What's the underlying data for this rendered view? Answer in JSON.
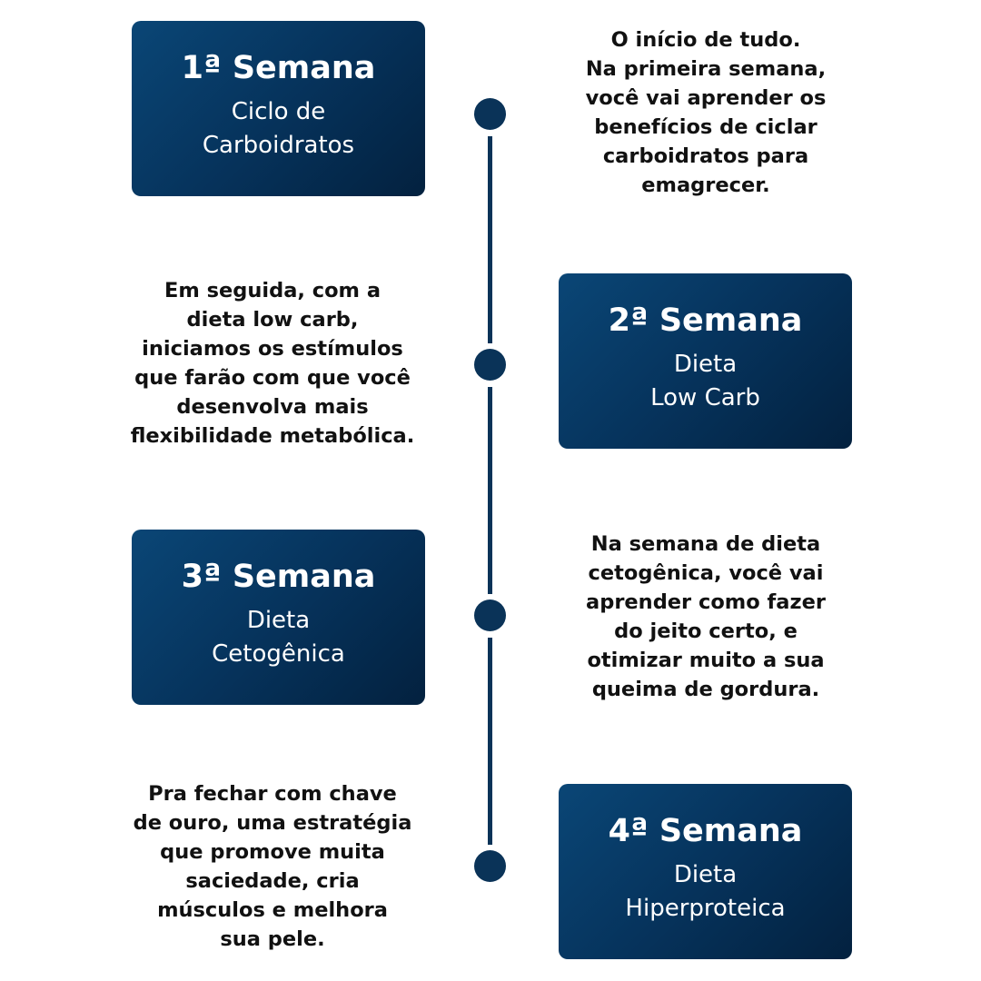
{
  "colors": {
    "box_start": "#0a4676",
    "box_end": "#03213f",
    "line": "#0a3358"
  },
  "weeks": [
    {
      "title": "1ª Semana",
      "subtitle": "Ciclo de\nCarboidratos",
      "description": "O início de tudo.\nNa primeira semana,\nvocê vai aprender os\nbenefícios de ciclar\ncarboidratos para\nemagrecer."
    },
    {
      "title": "2ª Semana",
      "subtitle": "Dieta\nLow Carb",
      "description": "Em seguida, com a\ndieta low carb,\niniciamos os estímulos\nque farão com que você\ndesenvolva mais\nflexibilidade metabólica."
    },
    {
      "title": "3ª Semana",
      "subtitle": "Dieta\nCetogênica",
      "description": "Na semana de dieta\ncetogênica, você vai\naprender como fazer\ndo jeito certo, e\notimizar muito a sua\nqueima de gordura."
    },
    {
      "title": "4ª Semana",
      "subtitle": "Dieta\nHiperproteica",
      "description": "Pra fechar com chave\nde ouro, uma estratégia\nque promove muita\nsaciedade, cria\nmúsculos e melhora\nsua pele."
    }
  ]
}
